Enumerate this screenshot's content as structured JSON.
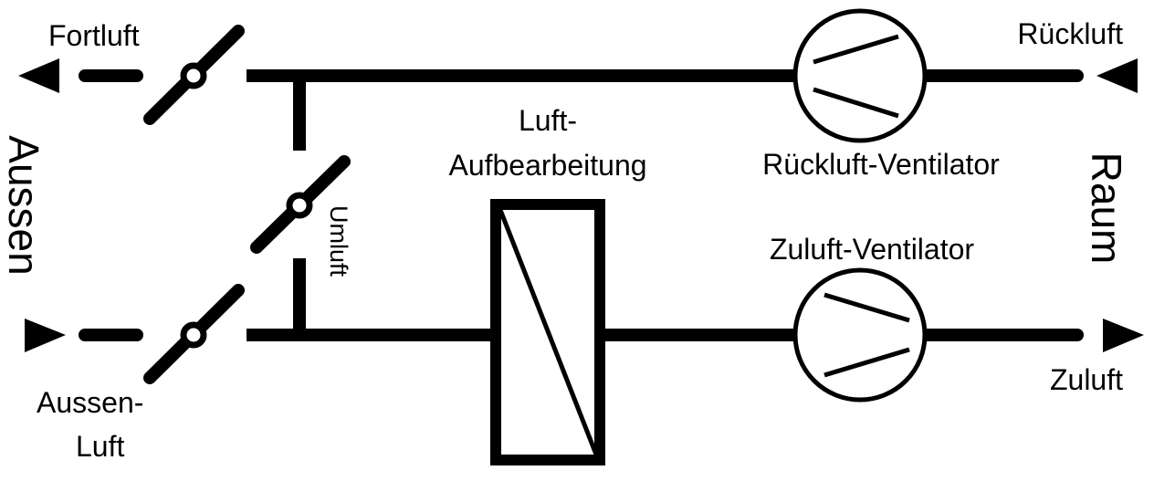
{
  "diagram": {
    "colors": {
      "stroke": "#000000",
      "background": "#ffffff"
    },
    "labels": {
      "fortluft": "Fortluft",
      "aussen": "Aussen",
      "aussen_luft_line1": "Aussen-",
      "aussen_luft_line2": "Luft",
      "umluft": "Umluft",
      "luftaufbereitung_line1": "Luft-",
      "luftaufbereitung_line2": "Aufbearbeitung",
      "rueckluft_ventilator": "Rückluft-Ventilator",
      "zuluft_ventilator": "Zuluft-Ventilator",
      "rueckluft": "Rückluft",
      "zuluft": "Zuluft",
      "raum": "Raum"
    }
  }
}
